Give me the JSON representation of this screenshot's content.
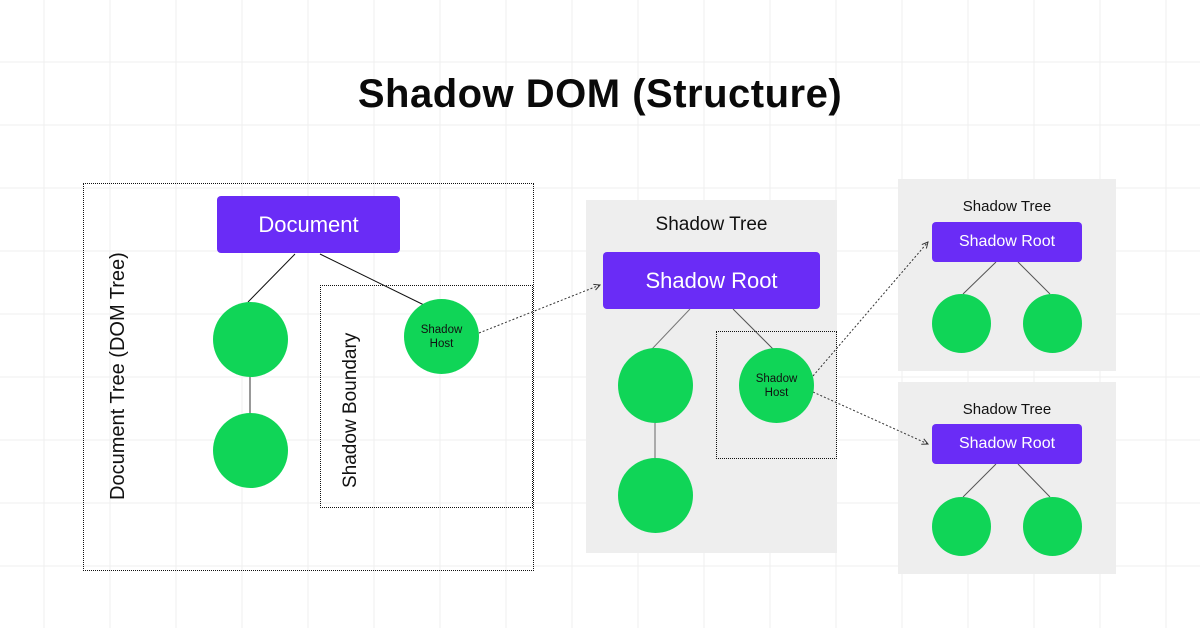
{
  "title": "Shadow DOM (Structure)",
  "colors": {
    "root_box": "#6a2cf6",
    "node": "#10d557",
    "panel": "#eeeeee",
    "grid": "#efefef",
    "text": "#111111"
  },
  "document_tree": {
    "label": "Document Tree (DOM Tree)",
    "root": "Document",
    "shadow_boundary_label": "Shadow Boundary",
    "shadow_host_label": "Shadow\nHost",
    "shadow_host_line1": "Shadow",
    "shadow_host_line2": "Host"
  },
  "main_shadow_tree": {
    "title": "Shadow Tree",
    "root": "Shadow Root",
    "shadow_host_line1": "Shadow",
    "shadow_host_line2": "Host"
  },
  "nested_shadow_trees": [
    {
      "title": "Shadow Tree",
      "root": "Shadow Root"
    },
    {
      "title": "Shadow Tree",
      "root": "Shadow Root"
    }
  ]
}
